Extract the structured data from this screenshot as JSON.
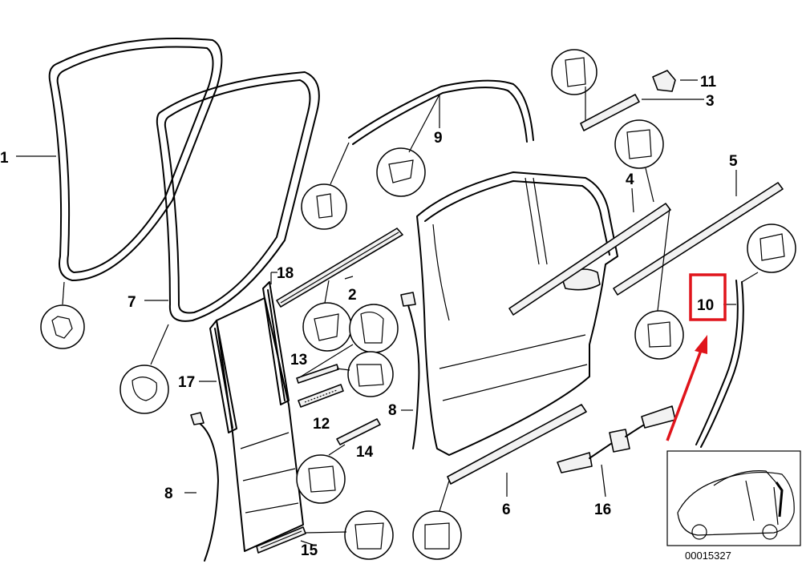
{
  "diagram": {
    "callouts": [
      "1",
      "7",
      "18",
      "2",
      "13",
      "17",
      "12",
      "8",
      "14",
      "9",
      "4",
      "5",
      "11",
      "3",
      "10",
      "6",
      "16",
      "15",
      "8"
    ],
    "reference_number": "00015327",
    "highlight": {
      "label": "10",
      "color": "#e0141b"
    }
  }
}
